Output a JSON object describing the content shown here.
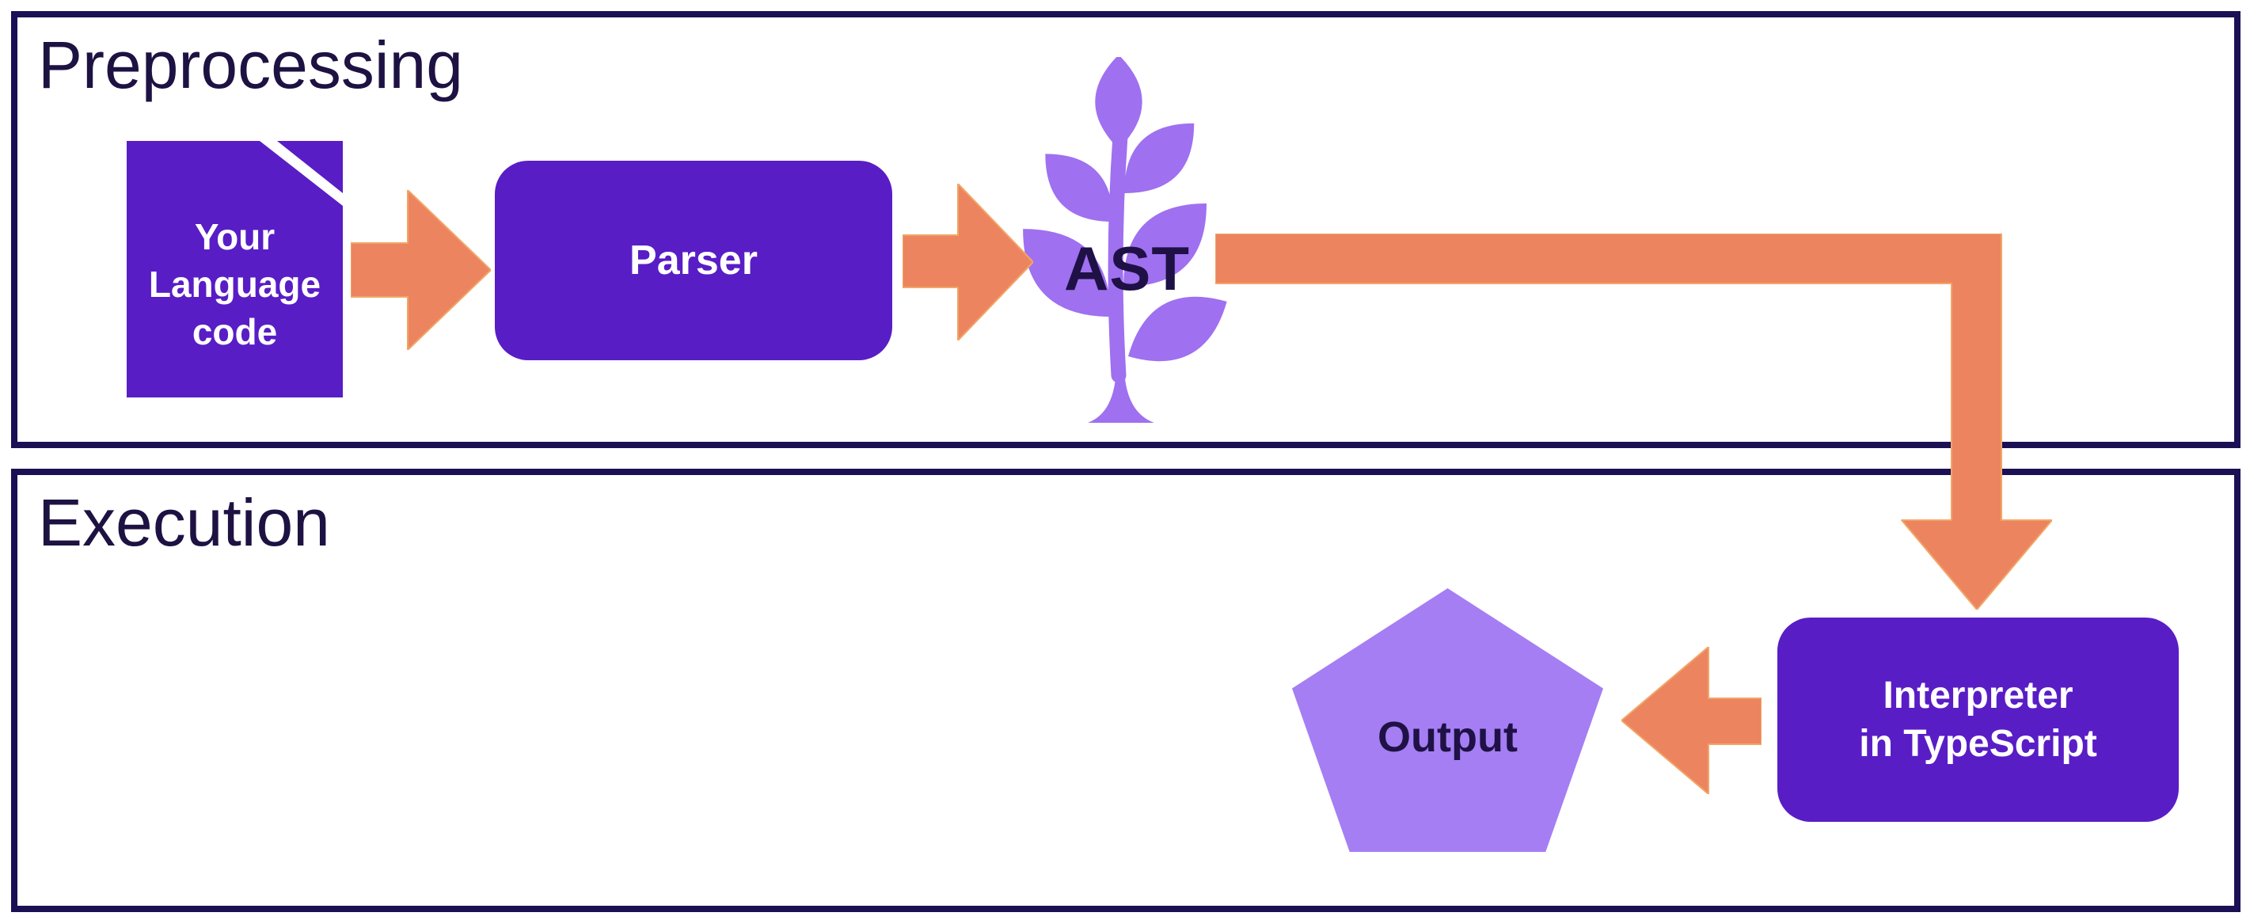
{
  "colors": {
    "purple": "#591dc6",
    "plant_purple": "#9f70f0",
    "pentagon_purple": "#a57ef3",
    "orange": "#ec8460",
    "orange_edge": "#f2a566",
    "border_navy": "#1b1054",
    "title_navy": "#1e1243",
    "label_navy": "#1f1145"
  },
  "sections": {
    "preprocessing": {
      "title": "Preprocessing"
    },
    "execution": {
      "title": "Execution"
    }
  },
  "nodes": {
    "source": {
      "line1": "Your",
      "line2": "Language",
      "line3": "code"
    },
    "parser": {
      "label": "Parser"
    },
    "ast": {
      "label": "AST"
    },
    "interpreter": {
      "line1": "Interpreter",
      "line2": "in TypeScript"
    },
    "output": {
      "label": "Output"
    }
  },
  "icons": {
    "source_doc": "document-icon",
    "ast_plant": "sapling-icon",
    "flow_arrow": "block-arrow-icon"
  }
}
